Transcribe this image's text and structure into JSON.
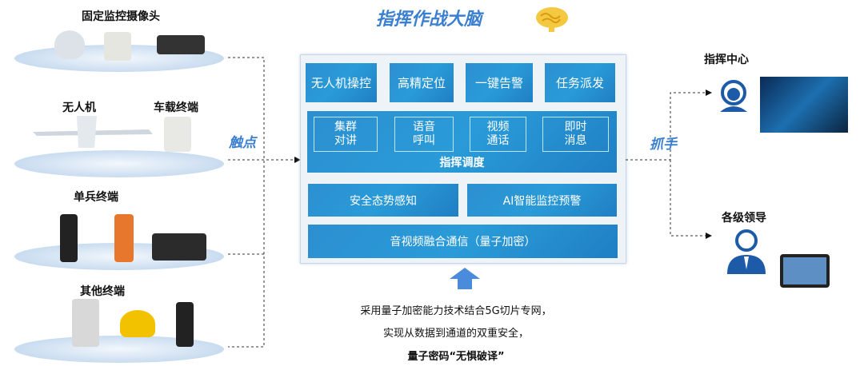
{
  "title": "指挥作战大脑",
  "left": {
    "connector_label": "触点",
    "groups": [
      {
        "label": "固定监控摄像头"
      },
      {
        "label": "无人机"
      },
      {
        "label": "车载终端"
      },
      {
        "label": "单兵终端"
      },
      {
        "label": "其他终端"
      }
    ]
  },
  "brain": {
    "row1": [
      "无人机操控",
      "高精定位",
      "一键告警",
      "任务派发"
    ],
    "dispatch": {
      "items": [
        [
          "集群",
          "对讲"
        ],
        [
          "语音",
          "呼叫"
        ],
        [
          "视频",
          "通话"
        ],
        [
          "即时",
          "消息"
        ]
      ],
      "label": "指挥调度"
    },
    "row3": [
      "安全态势感知",
      "AI智能监控预警"
    ],
    "row4": "音视频融合通信（量子加密）"
  },
  "right": {
    "connector_label": "抓手",
    "command_center": "指挥中心",
    "leaders": "各级领导"
  },
  "description": {
    "line1": "采用量子加密能力技术结合5G切片专网，",
    "line2": "实现从数据到通道的双重安全，",
    "line3": "量子密码“无惧破译”"
  }
}
